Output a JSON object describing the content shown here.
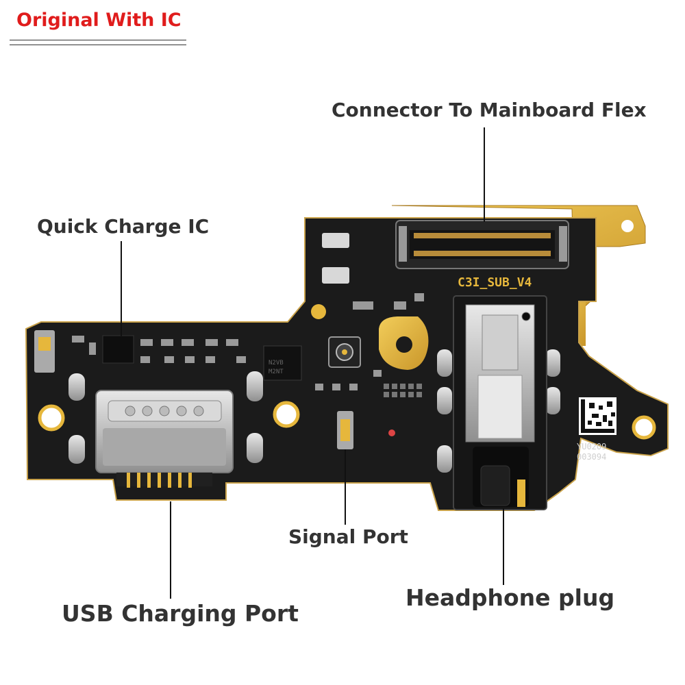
{
  "header": {
    "badge_text": "Original With IC",
    "badge_color": "#e01c1c"
  },
  "labels": {
    "connector": "Connector To Mainboard Flex",
    "quick_charge": "Quick Charge IC",
    "signal_port": "Signal Port",
    "usb_port": "USB Charging Port",
    "headphone": "Headphone plug"
  },
  "board_marks": {
    "silkscreen": "C3I_SUB_V4",
    "serial_line1": "YU0209",
    "serial_line2": "003094",
    "ic_marking_1": "N2VB",
    "ic_marking_2": "M2NT"
  },
  "colors": {
    "pcb": "#1a1a1a",
    "gold": "#e6b73c",
    "steel": "#c7c7c7",
    "label_text": "#333333"
  }
}
